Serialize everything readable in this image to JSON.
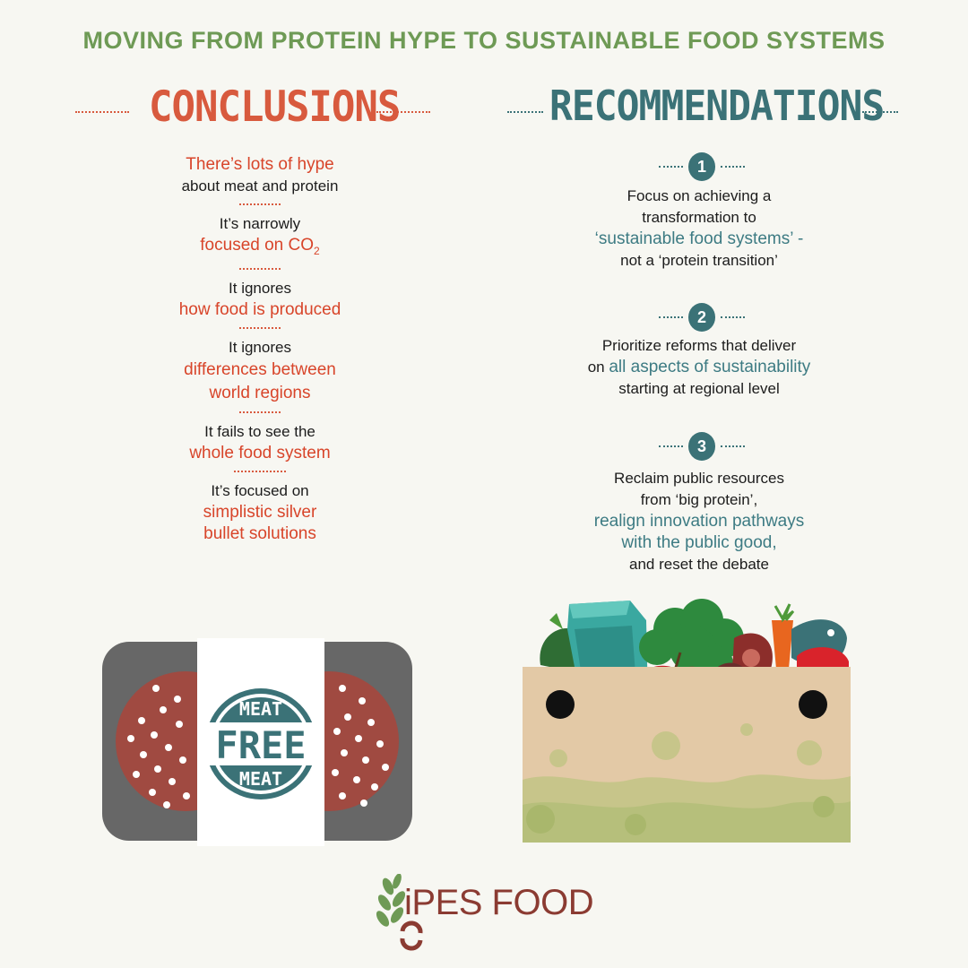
{
  "title": "MOVING FROM PROTEIN HYPE TO SUSTAINABLE FOOD SYSTEMS",
  "conclusions": {
    "heading": "CONCLUSIONS",
    "items": [
      {
        "accent_first": true,
        "accent": "There’s lots of hype",
        "plain": "about meat and protein"
      },
      {
        "accent_first": false,
        "plain": "It’s narrowly",
        "accent": "focused on CO",
        "sub": "2"
      },
      {
        "accent_first": false,
        "plain": "It ignores",
        "accent": "how food is produced"
      },
      {
        "accent_first": false,
        "plain": "It ignores",
        "accent_lines": [
          "differences between",
          "world regions"
        ]
      },
      {
        "accent_first": false,
        "plain": "It fails to see the",
        "accent": "whole food system"
      },
      {
        "accent_first": false,
        "plain": "It’s focused on",
        "accent_lines": [
          "simplistic silver",
          "bullet solutions"
        ]
      }
    ]
  },
  "recommendations": {
    "heading": "RECOMMENDATIONS",
    "items": [
      {
        "number": "1",
        "lines_before": [
          "Focus on achieving a",
          "transformation to"
        ],
        "accent_lines": [
          "‘sustainable food systems’ -"
        ],
        "lines_after": [
          "not a ‘protein transition’"
        ]
      },
      {
        "number": "2",
        "lines_before": [
          "Prioritize reforms that deliver"
        ],
        "accent_prefix": "on ",
        "accent_lines": [
          "all aspects of sustainability"
        ],
        "lines_after": [
          "starting at regional level"
        ]
      },
      {
        "number": "3",
        "lines_before": [
          "Reclaim public resources",
          "from ‘big protein’,"
        ],
        "accent_lines": [
          "realign innovation pathways",
          "with the public good,"
        ],
        "lines_after": [
          "and reset the debate"
        ]
      }
    ]
  },
  "meat_label": {
    "top": "MEAT",
    "middle": "FREE",
    "bottom": "MEAT"
  },
  "logo": {
    "text": "iPES FOOD"
  },
  "colors": {
    "green": "#6e9a55",
    "red": "#d85a3e",
    "teal": "#3b7277",
    "maroon": "#8b3b32"
  }
}
